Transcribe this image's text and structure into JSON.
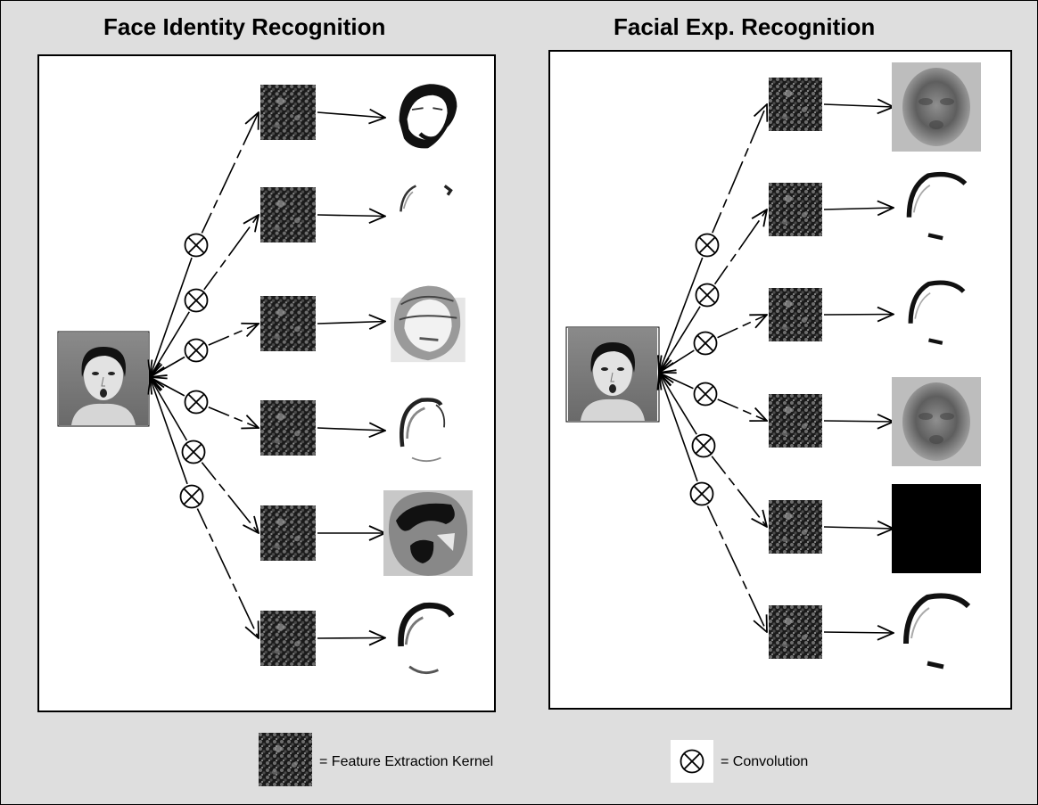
{
  "panels": [
    {
      "title": "Face Identity Recognition",
      "input": "face-photo",
      "kernels": 6,
      "outputs": [
        "face-map-1",
        "face-map-2",
        "face-map-3",
        "face-map-4",
        "face-map-5",
        "face-map-6"
      ]
    },
    {
      "title": "Facial Exp. Recognition",
      "input": "face-photo",
      "kernels": 6,
      "outputs": [
        "blurred-face-map",
        "face-map-sparse",
        "face-map-sparse",
        "blurred-face-map",
        "black-map",
        "face-map-sparse"
      ]
    }
  ],
  "legend": {
    "kernel_label": "= Feature Extraction Kernel",
    "conv_label": "= Convolution",
    "kernel_icon": "kernel-icon",
    "conv_icon": "convolution-icon"
  }
}
